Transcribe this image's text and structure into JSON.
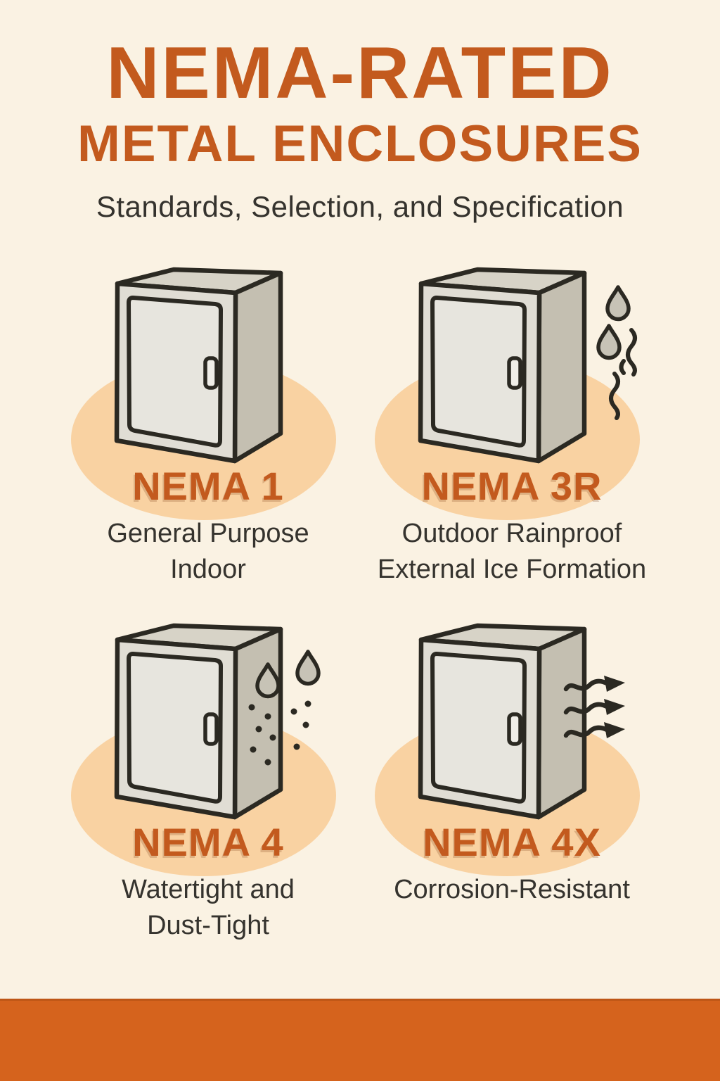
{
  "theme": {
    "background": "#FAF2E3",
    "accent_orange": "#C35A1E",
    "footer_bar": "#D5631D",
    "ellipse_peach": "#F9D2A2",
    "text_dark": "#35332E",
    "outline": "#2B2922"
  },
  "header": {
    "title_line1": "NEMA-RATED",
    "title_line2": "METAL ENCLOSURES",
    "subtitle": "Standards, Selection, and Specification"
  },
  "cards": [
    {
      "id": "nema-1",
      "label": "NEMA 1",
      "description_lines": [
        "General Purpose",
        "Indoor"
      ],
      "artwork": "metal-enclosure-cabinet",
      "icons": []
    },
    {
      "id": "nema-3r",
      "label": "NEMA 3R",
      "description_lines": [
        "Outdoor Rainproof",
        "External Ice Formation"
      ],
      "artwork": "metal-enclosure-cabinet",
      "icons": [
        "raindrop-icon",
        "ice-squiggle-icon"
      ]
    },
    {
      "id": "nema-4",
      "label": "NEMA 4",
      "description_lines": [
        "Watertight and",
        "Dust-Tight"
      ],
      "artwork": "metal-enclosure-cabinet",
      "icons": [
        "raindrop-icon",
        "dust-dots-icon"
      ]
    },
    {
      "id": "nema-4x",
      "label": "NEMA 4X",
      "description_lines": [
        "Corrosion-Resistant"
      ],
      "artwork": "metal-enclosure-cabinet",
      "icons": [
        "airflow-arrow-icon"
      ]
    }
  ]
}
